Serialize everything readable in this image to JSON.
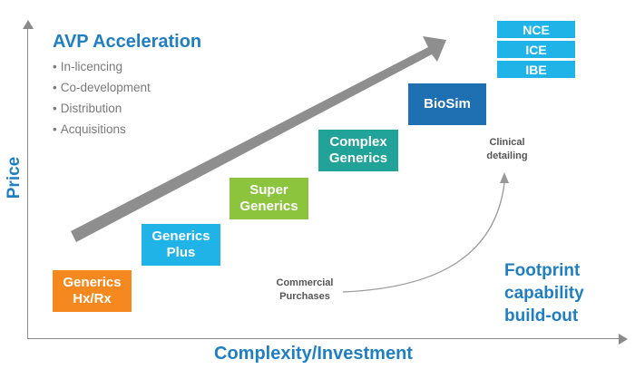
{
  "title": "AVP Acceleration",
  "bullets": [
    "In-licencing",
    "Co-development",
    "Distribution",
    "Acquisitions"
  ],
  "y_axis_label": "Price",
  "x_axis_label": "Complexity/Investment",
  "steps": [
    {
      "label": "Generics Hx/Rx",
      "line1": "Generics",
      "line2": "Hx/Rx",
      "color": "#f5891f"
    },
    {
      "label": "Generics Plus",
      "line1": "Generics",
      "line2": "Plus",
      "color": "#1fb3e8"
    },
    {
      "label": "Super Generics",
      "line1": "Super",
      "line2": "Generics",
      "color": "#8cc43e"
    },
    {
      "label": "Complex Generics",
      "line1": "Complex",
      "line2": "Generics",
      "color": "#21a39a"
    },
    {
      "label": "BioSim",
      "line1": "BioSim",
      "line2": "",
      "color": "#1f6fb3"
    }
  ],
  "stacked_labels": [
    "NCE",
    "ICE",
    "IBE"
  ],
  "stacked_color": "#1fb3e8",
  "notes": {
    "commercial_line1": "Commercial",
    "commercial_line2": "Purchases",
    "clinical_line1": "Clinical",
    "clinical_line2": "detailing"
  },
  "footprint": {
    "line1": "Footprint",
    "line2": "capability",
    "line3": "build-out"
  },
  "colors": {
    "accent": "#1f7fc2",
    "axis": "#8a8a8a",
    "arrow": "#8e8e8e"
  }
}
